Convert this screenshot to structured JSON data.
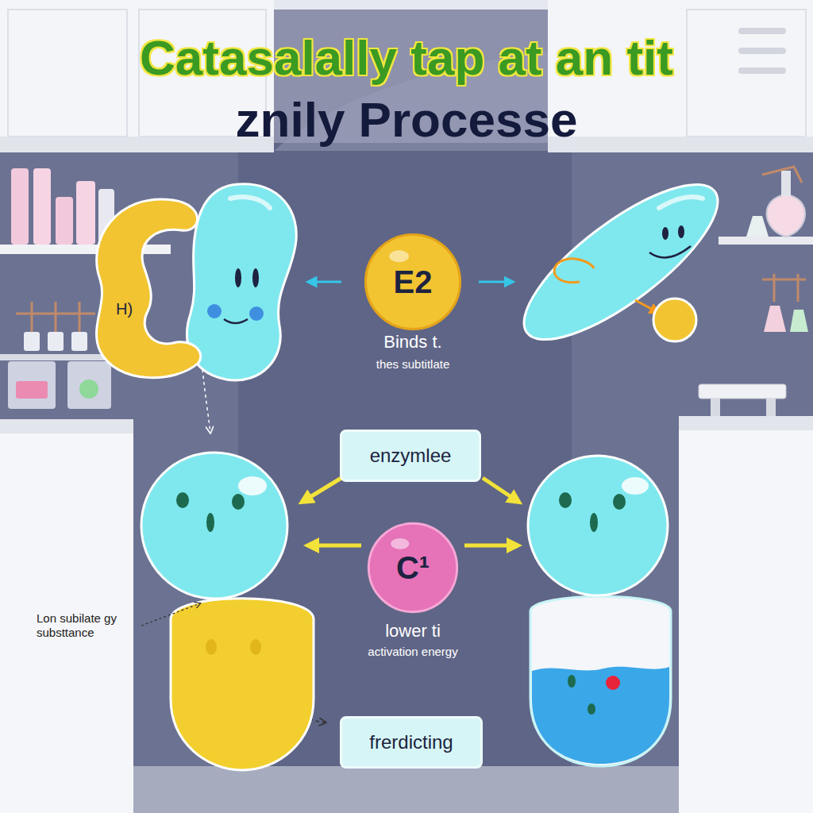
{
  "diagram": {
    "title": "Catasalally tap at an tit znily Processe",
    "nodes": [
      {
        "text": [
          "H)"
        ]
      },
      {
        "text": [
          "E2"
        ]
      },
      {
        "text": [
          "enzymlee"
        ]
      },
      {
        "text": [
          "C¹"
        ]
      },
      {
        "text": [
          "frerdicting"
        ]
      }
    ],
    "labels": [
      "Binds t.",
      "thes subtitlate",
      "Lon subilate gy substtance",
      "lower ti",
      "activation energy"
    ]
  }
}
